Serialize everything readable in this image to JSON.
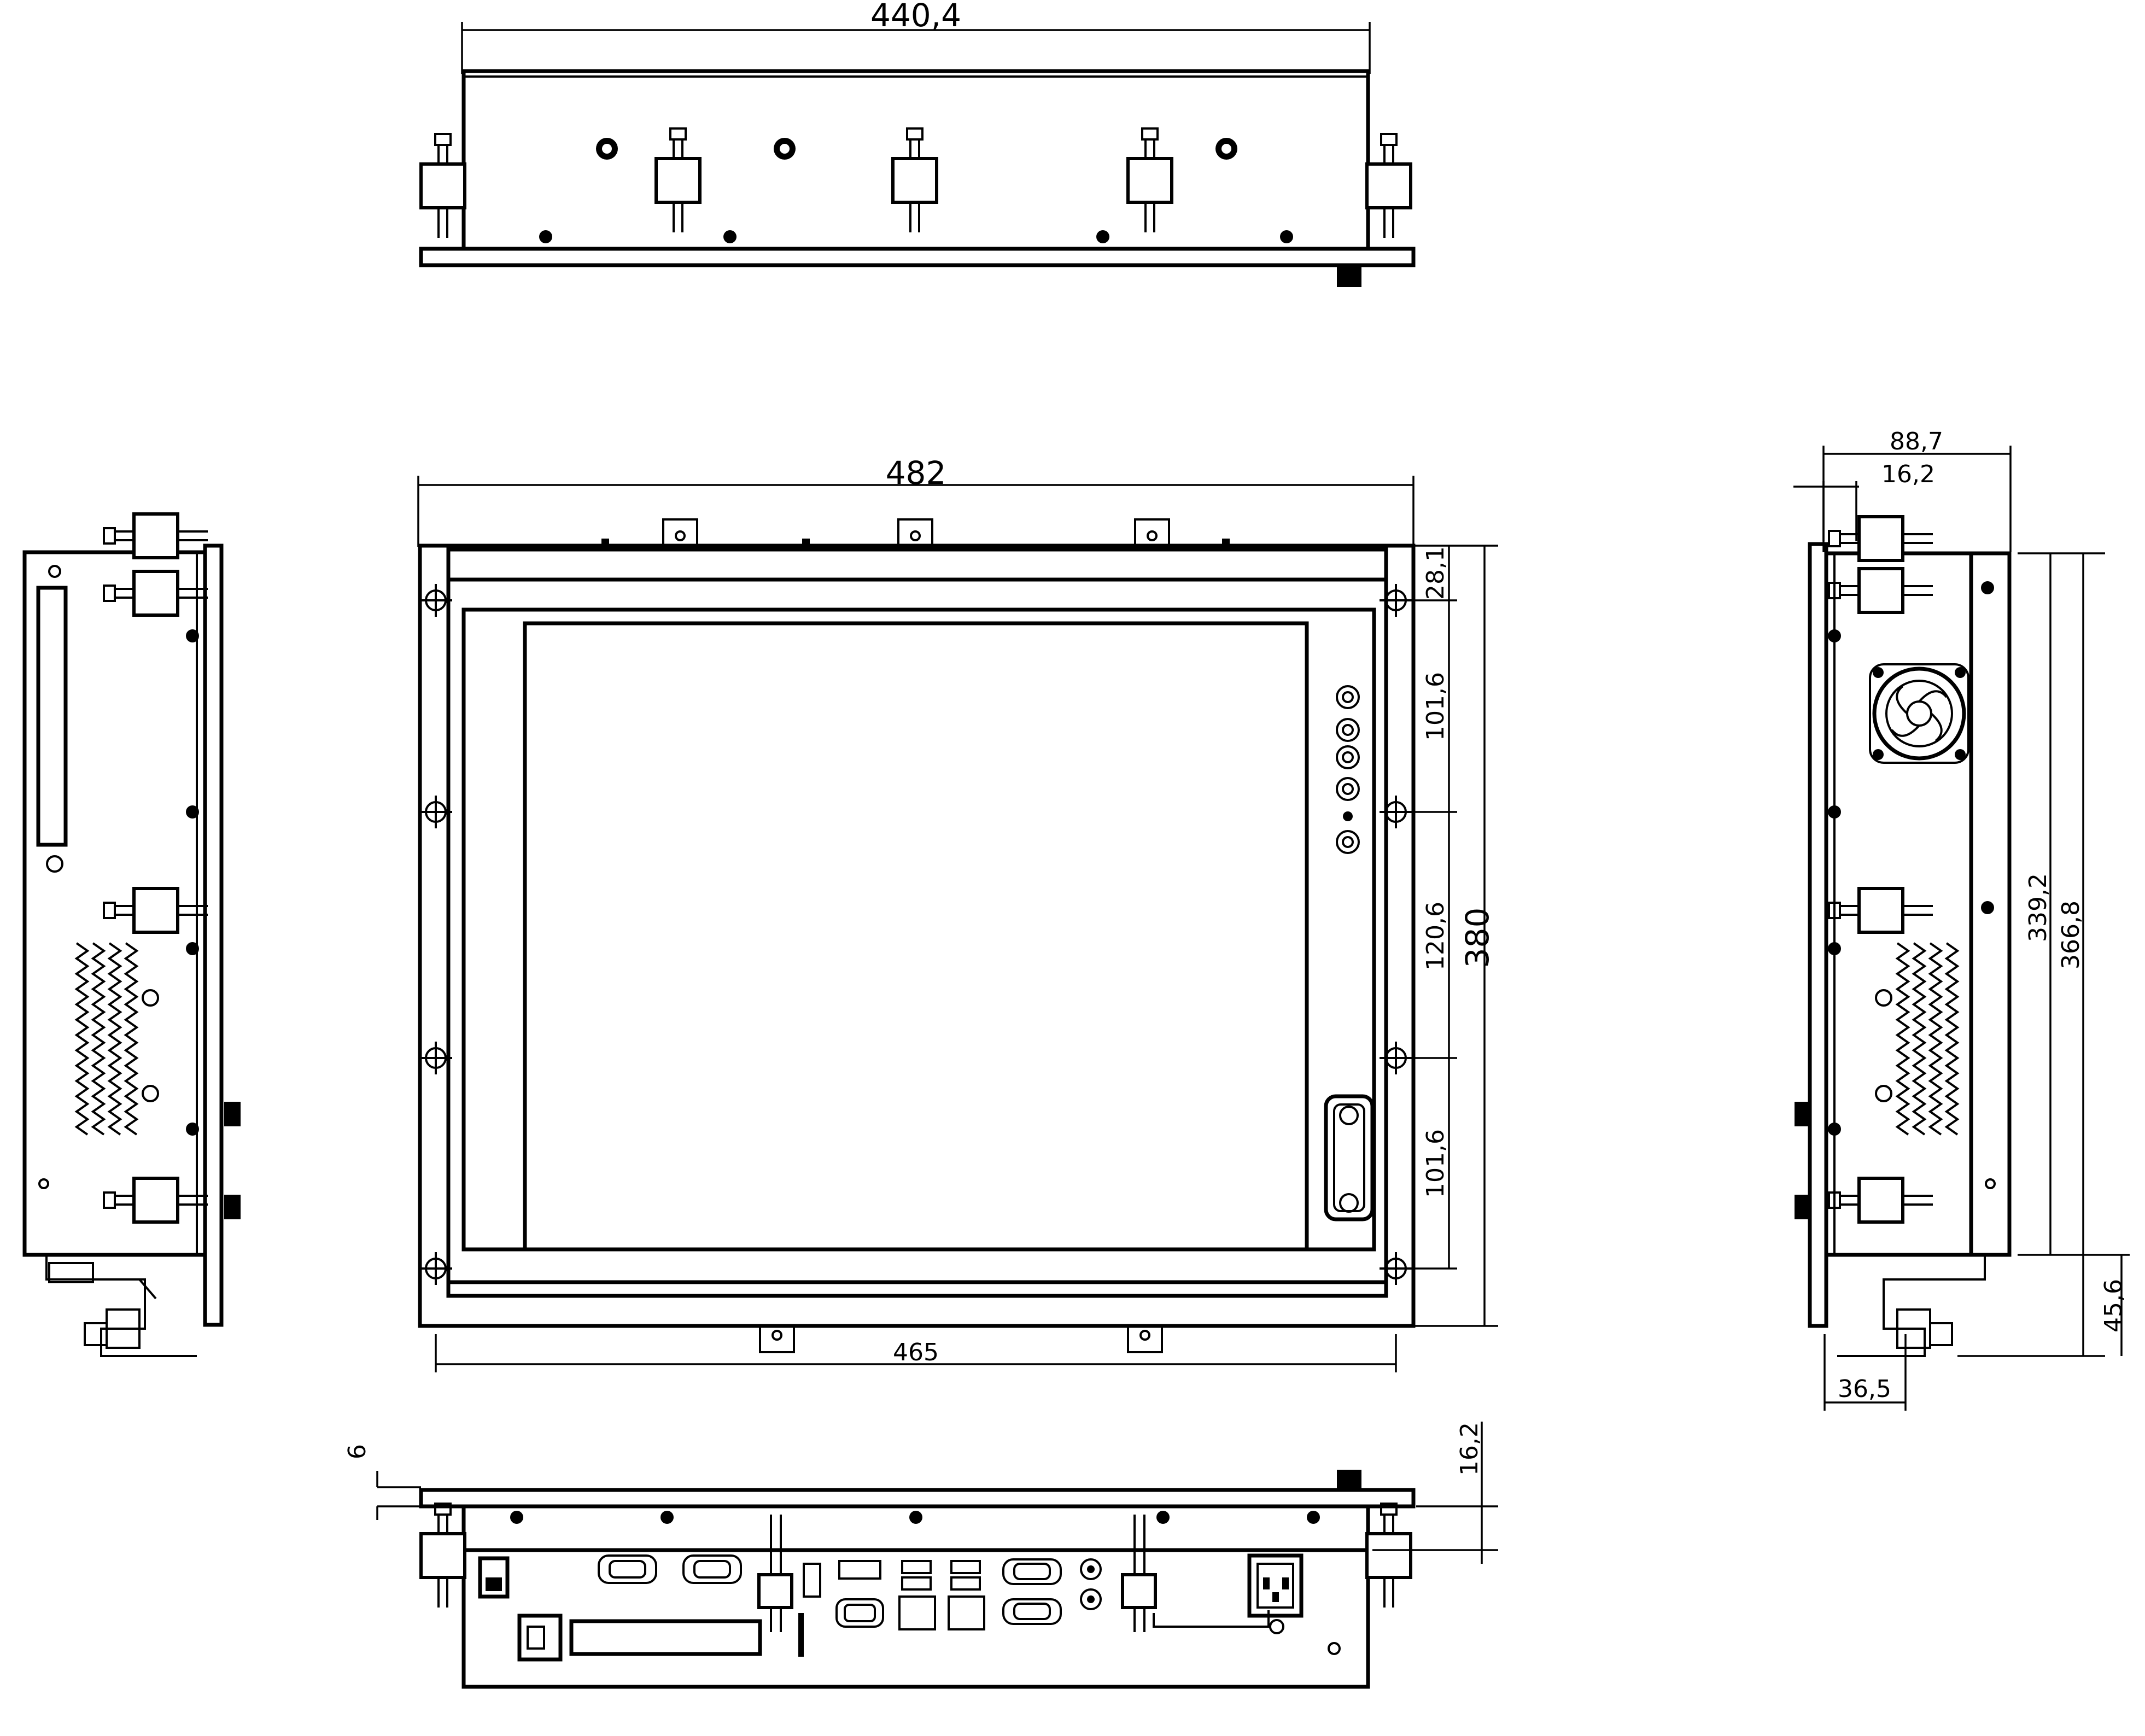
{
  "dimensions": {
    "top_width": "440,4",
    "front_width": "482",
    "front_inner_width": "465",
    "front_height": "380",
    "right_h1": "28,1",
    "right_h2": "101,6",
    "right_h3": "120,6",
    "right_h4": "101,6",
    "side_depth": "88,7",
    "side_flange": "16,2",
    "side_h1": "339,2",
    "side_h2": "366,8",
    "side_bracket": "45,6",
    "side_bottom": "36,5",
    "bottom_left": "6",
    "bottom_right": "16,2"
  },
  "views": [
    "top-view",
    "front-view",
    "left-side-view",
    "right-side-view",
    "bottom-view"
  ],
  "icons": {
    "bezel_buttons": 6,
    "fan": "fan-icon",
    "power_socket": "power-socket-icon"
  }
}
